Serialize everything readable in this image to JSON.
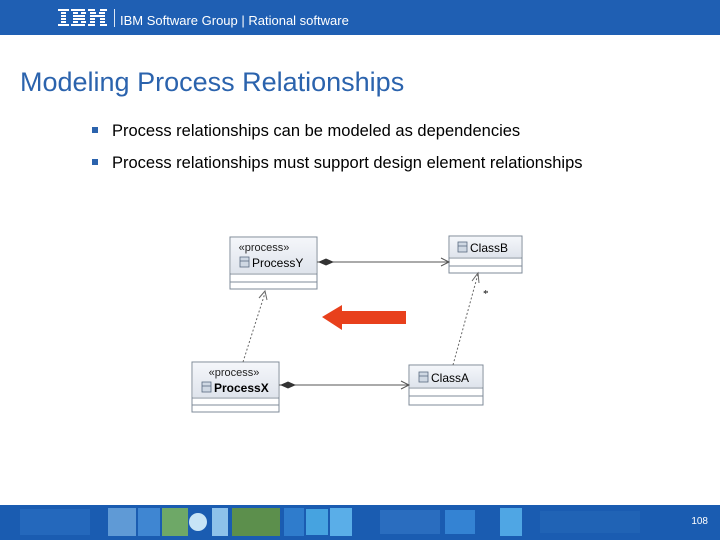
{
  "header": {
    "logo_text": "IBM",
    "group_label": "IBM Software Group | Rational software"
  },
  "slide": {
    "title": "Modeling Process Relationships",
    "bullets": [
      "Process relationships can be modeled as dependencies",
      "Process relationships must support design element relationships"
    ]
  },
  "diagram": {
    "process_y": {
      "stereotype": "«process»",
      "name": "ProcessY"
    },
    "class_b": {
      "name": "ClassB"
    },
    "process_x": {
      "stereotype": "«process»",
      "name": "ProcessX"
    },
    "class_a": {
      "name": "ClassA"
    },
    "multiplicity": "*",
    "arrow_color": "#e8401c"
  },
  "footer": {
    "page_number": "108"
  },
  "colors": {
    "header_bar": "#1f5fb3",
    "title": "#2b63ad",
    "footer_bar": "#1a5cb1"
  }
}
